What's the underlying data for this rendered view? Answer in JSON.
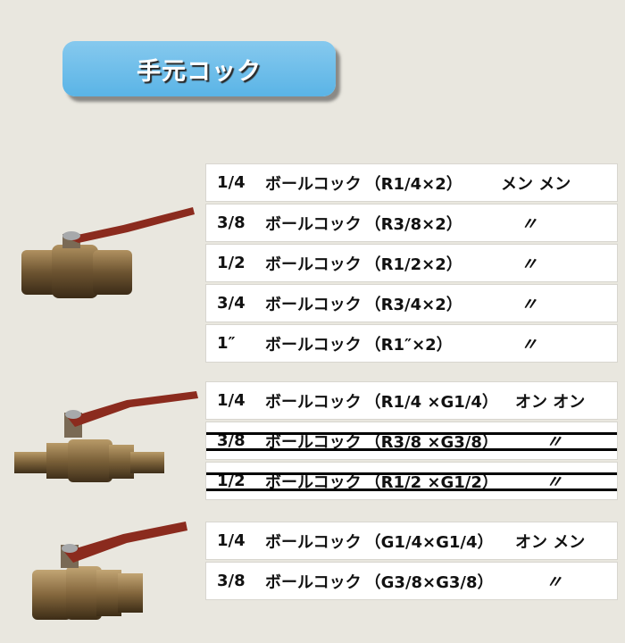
{
  "title": "手元コック",
  "groups": [
    {
      "rows": [
        {
          "size": "1/4",
          "name": "ボールコック",
          "spec": "（R1/4×2）",
          "conn": "メン メン"
        },
        {
          "size": "3/8",
          "name": "ボールコック",
          "spec": "（R3/8×2）",
          "conn": "〃"
        },
        {
          "size": "1/2",
          "name": "ボールコック",
          "spec": "（R1/2×2）",
          "conn": "〃"
        },
        {
          "size": "3/4",
          "name": "ボールコック",
          "spec": "（R3/4×2）",
          "conn": "〃"
        },
        {
          "size": "1″",
          "name": "ボールコック",
          "spec": "（R1″×2）",
          "conn": "〃"
        }
      ]
    },
    {
      "rows": [
        {
          "size": "1/4",
          "name": "ボールコック",
          "spec": "（R1/4 ×G1/4）",
          "conn": "オン オン"
        },
        {
          "size": "3/8",
          "name": "ボールコック",
          "spec": "（R3/8 ×G3/8）",
          "conn": "〃",
          "struck": true
        },
        {
          "size": "1/2",
          "name": "ボールコック",
          "spec": "（R1/2 ×G1/2）",
          "conn": "〃",
          "struck": true
        }
      ]
    },
    {
      "rows": [
        {
          "size": "1/4",
          "name": "ボールコック",
          "spec": "（G1/4×G1/4）",
          "conn": "オン メン"
        },
        {
          "size": "3/8",
          "name": "ボールコック",
          "spec": "（G3/8×G3/8）",
          "conn": "〃"
        }
      ]
    }
  ],
  "colors": {
    "background": "#e9e7df",
    "title_badge": "#6cbde9",
    "valve_handle": "#8b2b1e",
    "valve_body": "#8a6e3e"
  }
}
